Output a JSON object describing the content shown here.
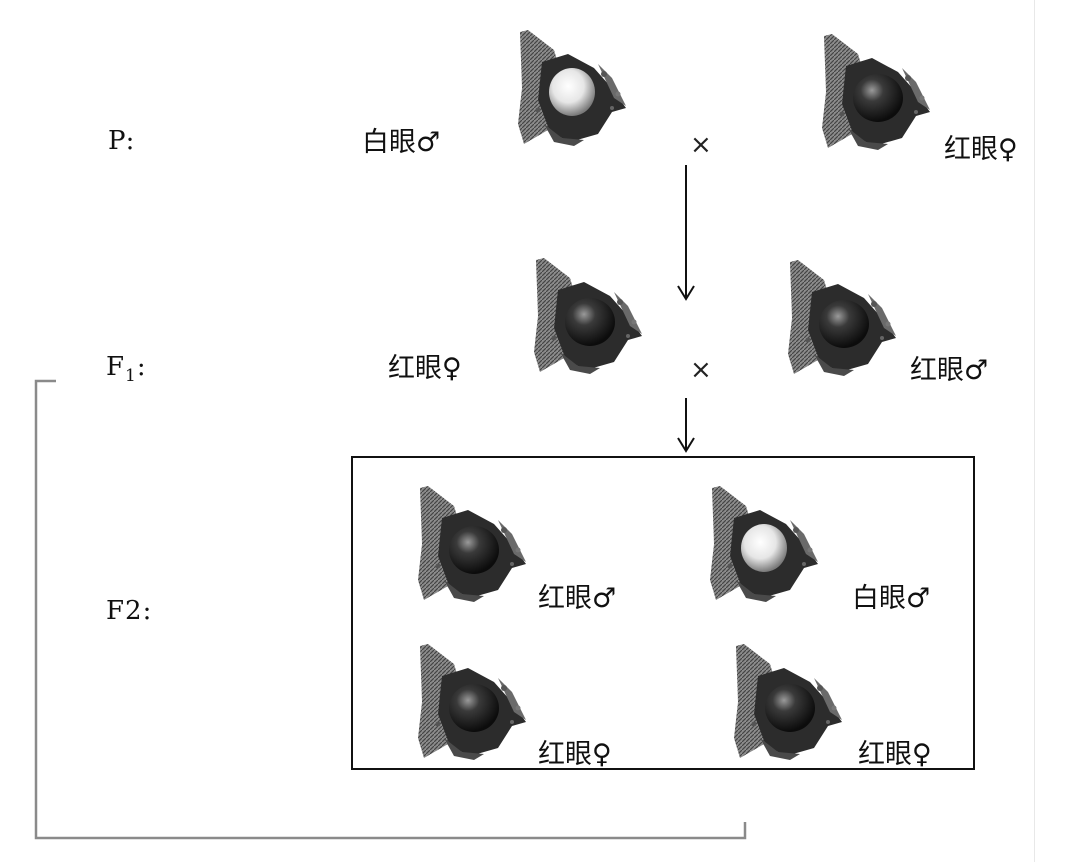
{
  "generations": {
    "p": "P:",
    "f1": "F",
    "f1_sub": "1",
    "f1_colon": ":",
    "f2": "F2:"
  },
  "cross_symbol": "×",
  "parents": {
    "left": {
      "label": "白眼♂",
      "eye": "white"
    },
    "right": {
      "label": "红眼♀",
      "eye": "red"
    }
  },
  "f1": {
    "left": {
      "label": "红眼♀",
      "eye": "red"
    },
    "right": {
      "label": "红眼♂",
      "eye": "red"
    }
  },
  "f2": [
    {
      "label": "红眼♂",
      "eye": "red"
    },
    {
      "label": "白眼♂",
      "eye": "white"
    },
    {
      "label": "红眼♀",
      "eye": "red"
    },
    {
      "label": "红眼♀",
      "eye": "red"
    }
  ],
  "colors": {
    "line": "#111111",
    "bracket": "#8a8a8a",
    "eye_red": "#1c1c1c",
    "eye_white": "#f2f2f2"
  }
}
